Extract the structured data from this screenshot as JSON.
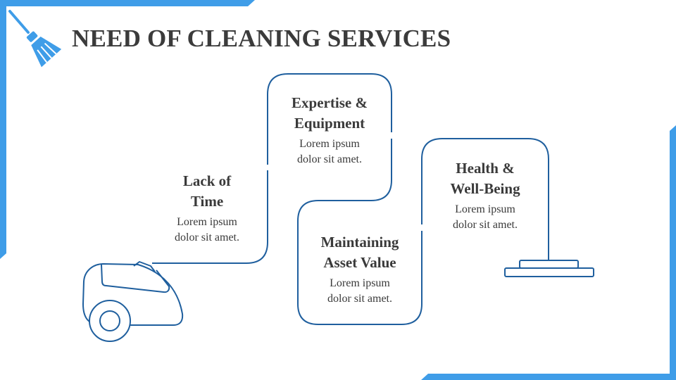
{
  "title": "NEED OF CLEANING SERVICES",
  "icons": {
    "title": "broom-icon",
    "start": "vacuum-cleaner-icon",
    "end": "floor-mop-icon"
  },
  "colors": {
    "accent": "#3f9de8",
    "line": "#1f5f9e",
    "heading": "#3b3b3b",
    "text": "#3a3a3a"
  },
  "steps": [
    {
      "title_line1": "Lack of",
      "title_line2": "Time",
      "body_line1": "Lorem ipsum",
      "body_line2": "dolor sit amet."
    },
    {
      "title_line1": "Expertise &",
      "title_line2": "Equipment",
      "body_line1": "Lorem ipsum",
      "body_line2": "dolor sit amet."
    },
    {
      "title_line1": "Maintaining",
      "title_line2": "Asset Value",
      "body_line1": "Lorem ipsum",
      "body_line2": "dolor sit amet."
    },
    {
      "title_line1": "Health &",
      "title_line2": "Well-Being",
      "body_line1": "Lorem ipsum",
      "body_line2": "dolor sit amet."
    }
  ]
}
